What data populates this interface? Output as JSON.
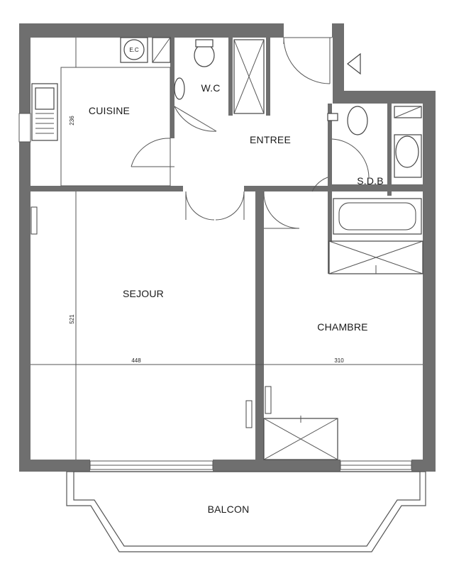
{
  "rooms": {
    "cuisine": "CUISINE",
    "wc": "W.C",
    "entree": "ENTREE",
    "sdb": "S.D.B",
    "sejour": "SEJOUR",
    "chambre": "CHAMBRE",
    "balcon": "BALCON"
  },
  "fixtures": {
    "ec": "E.C"
  },
  "dimensions": {
    "cuisine_height": "236",
    "sejour_height": "521",
    "sejour_width": "448",
    "chambre_width": "310"
  }
}
